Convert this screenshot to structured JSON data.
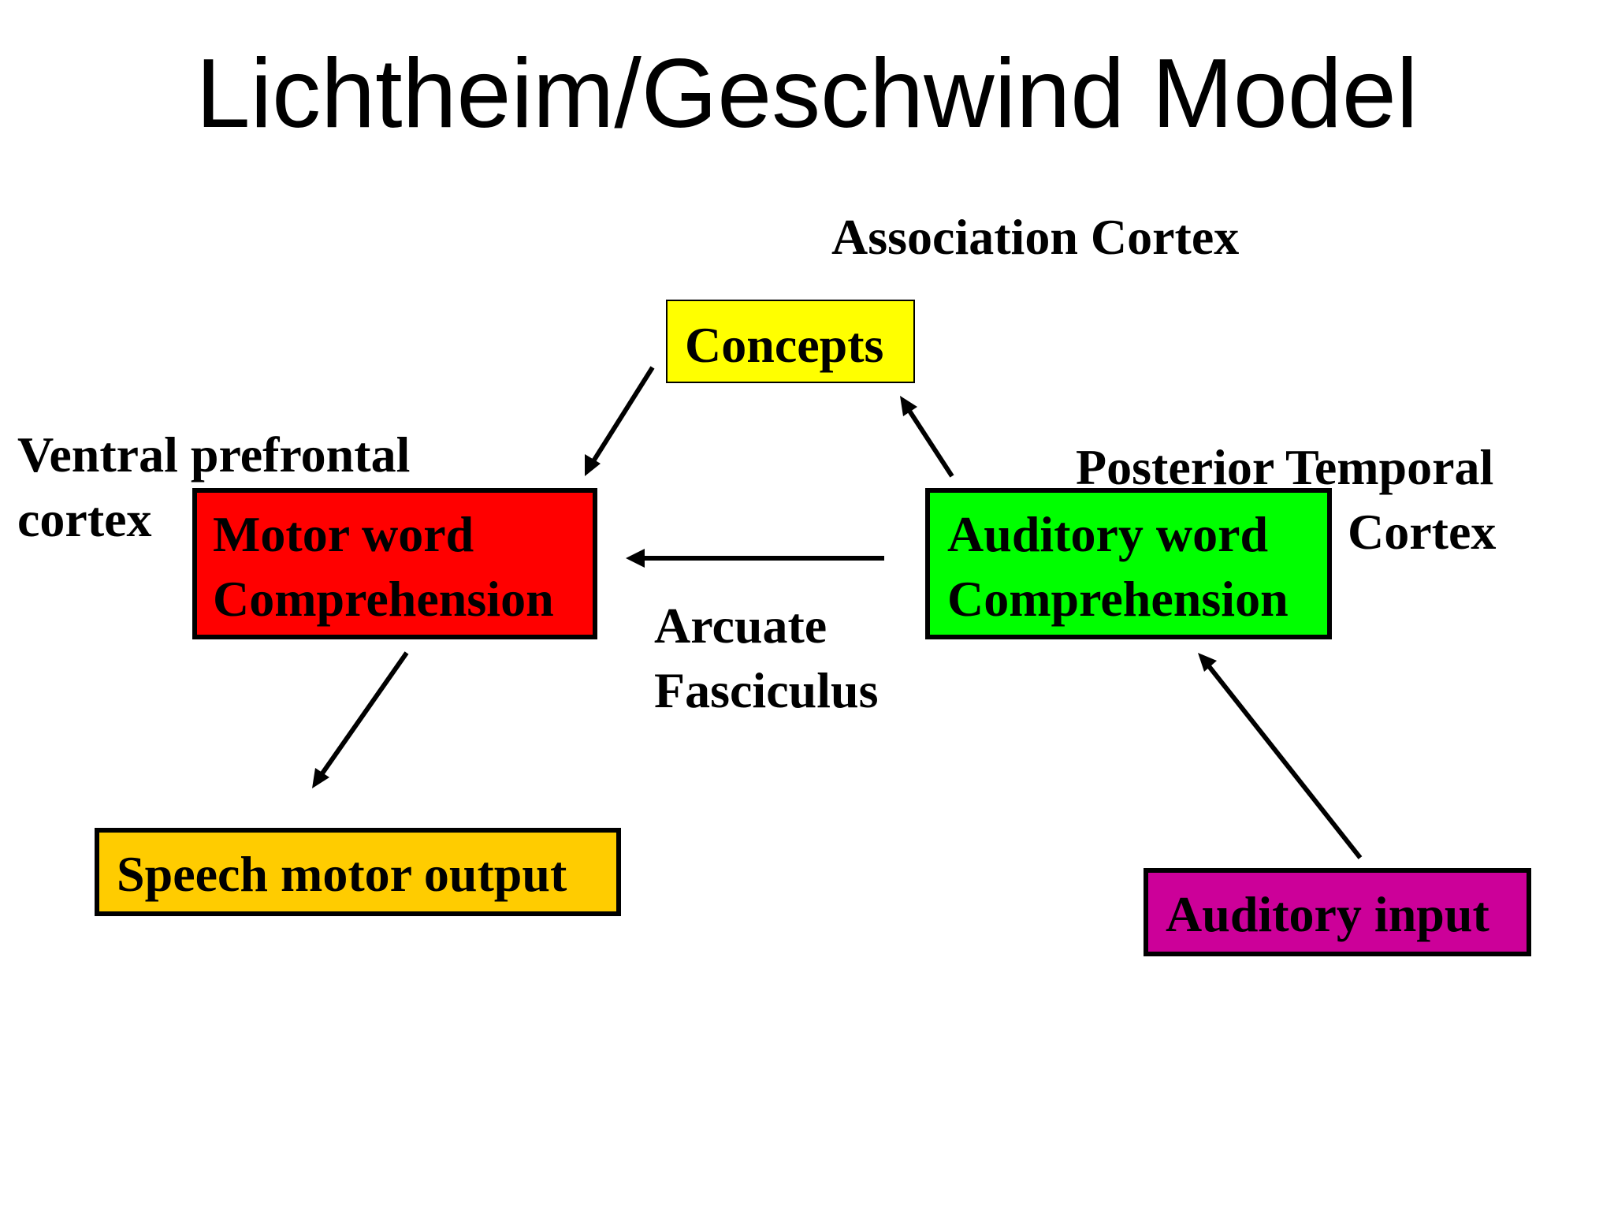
{
  "title": "Lichtheim/Geschwind Model",
  "labels": {
    "association_cortex": "Association Cortex",
    "ventral_prefrontal_line1": "Ventral prefrontal",
    "ventral_prefrontal_line2": "cortex",
    "posterior_temporal_line1": "Posterior Temporal",
    "posterior_temporal_line2": "Cortex",
    "arcuate_line1": "Arcuate",
    "arcuate_line2": "Fasciculus"
  },
  "boxes": {
    "concepts": {
      "text": "Concepts",
      "color": "#ffff00"
    },
    "motor_word": {
      "line1": "Motor word",
      "line2": "Comprehension",
      "color": "#ff0000"
    },
    "auditory_word": {
      "line1": "Auditory word",
      "line2": "Comprehension",
      "color": "#00ff00"
    },
    "speech_output": {
      "text": "Speech motor output",
      "color": "#ffcc00"
    },
    "auditory_input": {
      "text": "Auditory input",
      "color": "#cc0099"
    }
  }
}
